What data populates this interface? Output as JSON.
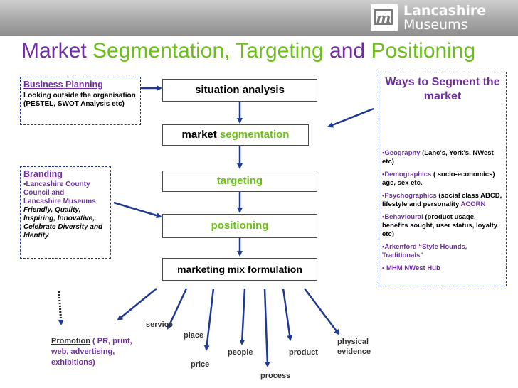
{
  "logo": {
    "line1": "Lancashire",
    "line2": "Museums",
    "letter": "m"
  },
  "title": {
    "w1": "Market",
    "w2": "Segmentation, Targeting",
    "w3": "and",
    "w4": "Positioning"
  },
  "flow": {
    "situation": "situation analysis",
    "market_prefix": "market",
    "market_green": "segmentation",
    "targeting": "targeting",
    "positioning": "positioning",
    "mix": "marketing mix formulation"
  },
  "business": {
    "heading": "Business Planning",
    "body": "Looking outside the organisation (PESTEL, SWOT Analysis etc)"
  },
  "branding": {
    "heading": "Branding",
    "line1": "•Lancashire County Council and",
    "line2": "Lancashire Museums",
    "italic": "Friendly, Quality, Inspiring, Innovative, Celebrate Diversity and Identity"
  },
  "ways": {
    "heading": "Ways to Segment the market",
    "items": [
      {
        "key": "•Geography",
        "rest": " (Lanc's, York's, NWest etc)"
      },
      {
        "key": "•Demographics",
        "rest": " ( socio-economics) age, sex etc."
      },
      {
        "key": "•Psychographics",
        "rest": " (social class ABCD, lifestyle and personality ",
        "tail": "ACORN"
      },
      {
        "key": "•Behavioural",
        "rest": " (product usage, benefits sought, user status, loyalty etc)"
      },
      {
        "key": "•Arkenford “Style Hounds, Traditionals”",
        "rest": ""
      },
      {
        "key": "•  MHM NWest Hub",
        "rest": ""
      }
    ]
  },
  "mix_labels": {
    "promotion_key": "Promotion",
    "promotion_rest": " ( PR, print, web, advertising, exhibitions)",
    "service": "service",
    "place": "place",
    "price": "price",
    "people": "people",
    "process": "process",
    "product": "product",
    "physical": "physical evidence"
  },
  "colors": {
    "purple": "#7030a0",
    "green": "#6bbf17",
    "arrow": "#1f3a93",
    "banner": "#a9a9a9"
  },
  "icons": {
    "logo": "museum-m-logo",
    "people_illustration": "people-group-icon"
  }
}
